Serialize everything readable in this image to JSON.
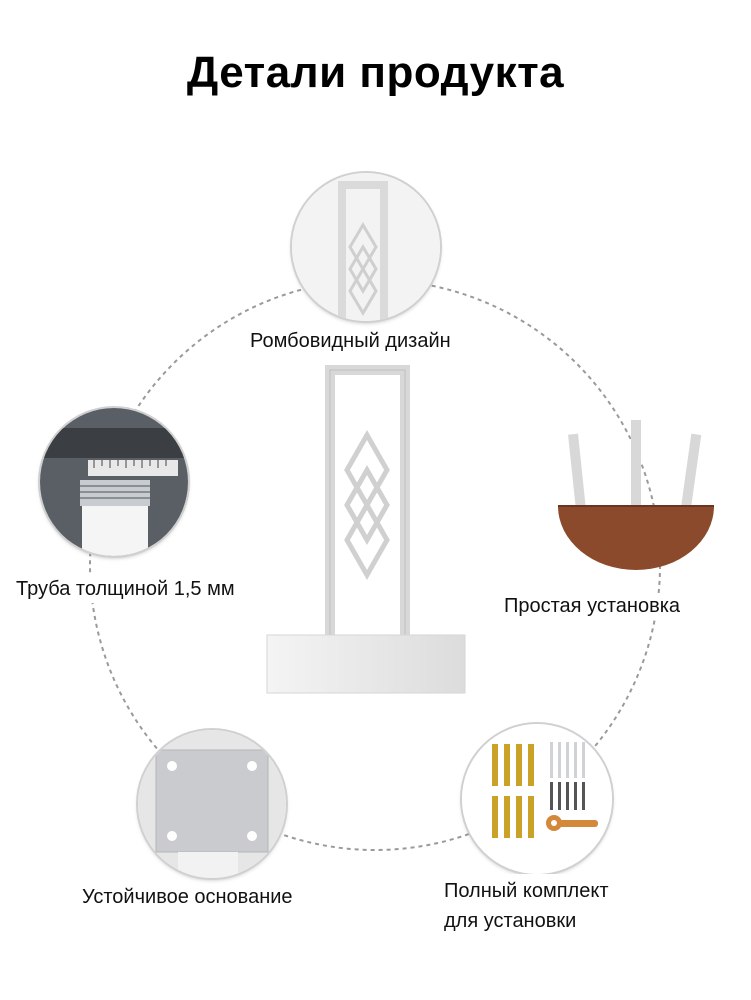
{
  "title": "Детали продукта",
  "features": [
    {
      "icon": "rhombus-design-icon",
      "label": "Ромбовидный дизайн"
    },
    {
      "icon": "pipe-caliper-icon",
      "label": "Труба толщиной 1,5 мм"
    },
    {
      "icon": "ground-installation-icon",
      "label": "Простая установка"
    },
    {
      "icon": "base-plate-icon",
      "label": "Устойчивое основание"
    },
    {
      "icon": "install-kit-icon",
      "label_line1": "Полный комплект",
      "label_line2": "для установки"
    }
  ],
  "colors": {
    "ring": "#9a9a9a",
    "soil": "#8b4a2b",
    "wrench": "#d4883a",
    "bolt": "#c9a227"
  }
}
